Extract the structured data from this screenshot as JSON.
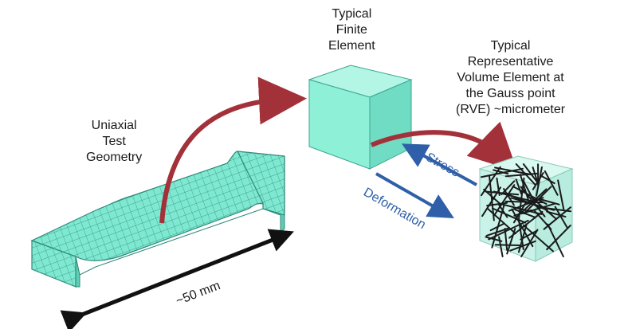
{
  "labels": {
    "uniaxial": [
      "Uniaxial",
      "Test",
      "Geometry"
    ],
    "finite": [
      "Typical",
      "Finite",
      "Element"
    ],
    "rve": [
      "Typical",
      "Representative",
      "Volume Element at",
      "the Gauss point",
      "(RVE) ~micrometer"
    ],
    "stress": "Stress",
    "deformation": "Deformation",
    "length": "~50 mm"
  },
  "colors": {
    "mesh_fill": "#7fe8d1",
    "mesh_line": "#2f8a79",
    "cube_fill": "#8ff0d8",
    "rve_fill": "#c9f3e8",
    "red_arrow": "#a3313a",
    "blue_arrow": "#2f5fa8",
    "fibers": "#1a1a1a"
  }
}
